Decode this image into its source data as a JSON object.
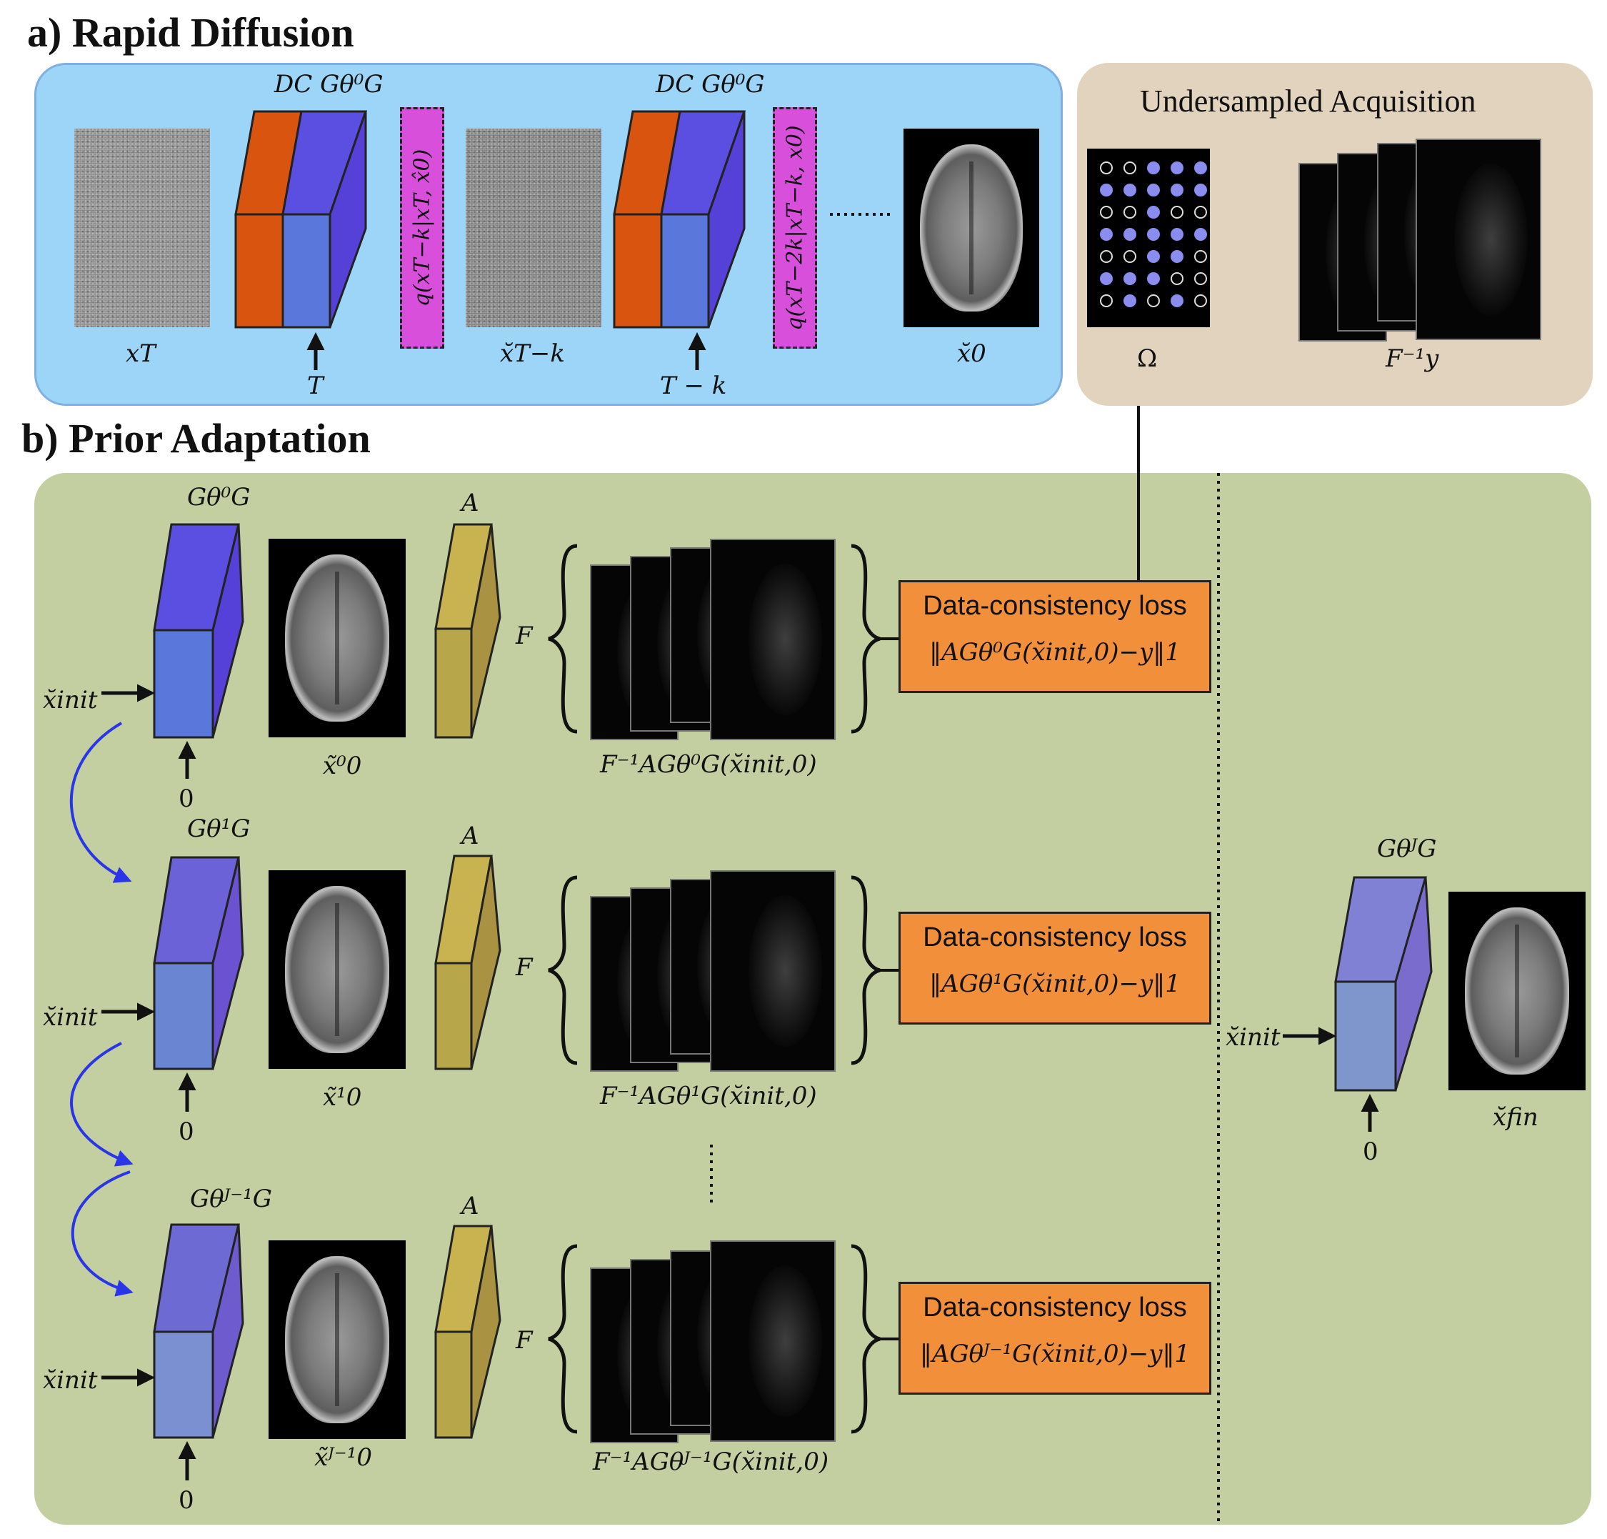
{
  "section_a_title": "a) Rapid Diffusion",
  "section_b_title": "b) Prior Adaptation",
  "undersampled_title": "Undersampled Acquisition",
  "labels": {
    "xT": "xT",
    "x_T_minus_k": "x̆T−k",
    "x0": "x̆0",
    "T": "T",
    "T_minus_k": "T − k",
    "dc_gen_1": "DC Gθ⁰G",
    "dc_gen_2": "DC Gθ⁰G",
    "q1": "q(xT−k|xT, x̂0)",
    "q2": "q(xT−2k|xT−k, x0)",
    "omega": "Ω",
    "F_inv_y": "F⁻¹y",
    "A": "A",
    "F": "F",
    "x_init": "x̆init",
    "zero": "0",
    "x_fin": "x̆fin",
    "G_final": "GθᴶG"
  },
  "rows": [
    {
      "gen": "Gθ⁰G",
      "recon": "x̃⁰0",
      "kspace": "F⁻¹AGθ⁰G(x̆init,0)",
      "loss_title": "Data-consistency loss",
      "loss_formula": "‖AGθ⁰G(x̆init,0)−y‖1"
    },
    {
      "gen": "Gθ¹G",
      "recon": "x̃¹0",
      "kspace": "F⁻¹AGθ¹G(x̆init,0)",
      "loss_title": "Data-consistency loss",
      "loss_formula": "‖AGθ¹G(x̆init,0)−y‖1"
    },
    {
      "gen": "Gθᴶ⁻¹G",
      "recon": "x̃ᴶ⁻¹0",
      "kspace": "F⁻¹AGθᴶ⁻¹G(x̆init,0)",
      "loss_title": "Data-consistency loss",
      "loss_formula": "‖AGθᴶ⁻¹G(x̆init,0)−y‖1"
    }
  ],
  "mask_pattern": [
    [
      0,
      0,
      1,
      1,
      1
    ],
    [
      1,
      1,
      1,
      1,
      1
    ],
    [
      0,
      0,
      1,
      0,
      0
    ],
    [
      1,
      1,
      1,
      1,
      1
    ],
    [
      0,
      0,
      1,
      1,
      0
    ],
    [
      1,
      1,
      1,
      0,
      0
    ],
    [
      0,
      1,
      0,
      1,
      0
    ]
  ],
  "colors": {
    "panel_a": "#9dd5f9",
    "panel_b": "#c3cfa1",
    "panel_u": "#e2d3bf",
    "loss_box": "#f28f3b",
    "q_box": "#d84fdc",
    "orange_block": "#d9540f",
    "blue_block": "#5a4fe0",
    "operator_A": "#b7a74a",
    "arrow_blue": "#2a34e8"
  }
}
